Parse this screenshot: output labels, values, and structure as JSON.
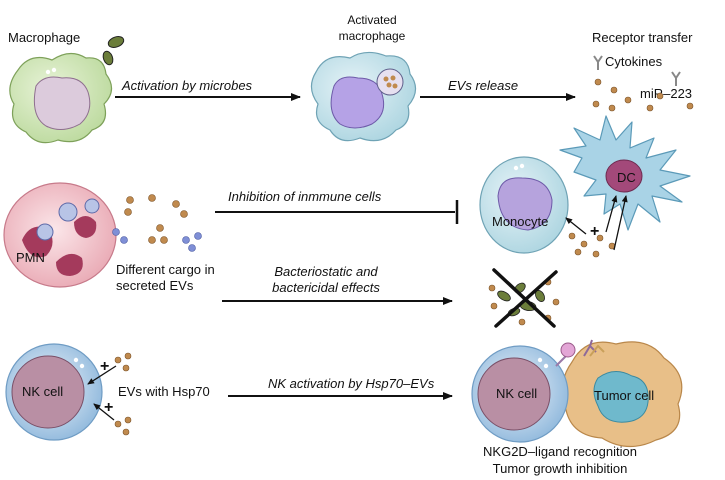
{
  "labels": {
    "macrophage": "Macrophage",
    "activated_line1": "Activated",
    "activated_line2": "macrophage",
    "receptor_transfer": "Receptor transfer",
    "cytokines": "Cytokines",
    "mir223": "miR–223",
    "monocyte": "Monocyte",
    "dc": "DC",
    "pmn": "PMN",
    "cargo_line1": "Different cargo in",
    "cargo_line2": "secreted EVs",
    "nk_cell": "NK cell",
    "nk_cell_right": "NK cell",
    "tumor_cell": "Tumor cell",
    "evs_hsp70": "EVs with Hsp70",
    "nkg2d": "NKG2D–ligand recognition",
    "tumor_inhibition": "Tumor growth inhibition"
  },
  "arrows": {
    "activation": "Activation by microbes",
    "evs_release": "EVs release",
    "inhibition": "Inhibition of inmmune cells",
    "bacterio_line1": "Bacteriostatic and",
    "bacterio_line2": "bactericidal effects",
    "nk_activation": "NK activation by Hsp70–EVs"
  },
  "symbols": {
    "plus": "+"
  },
  "colors": {
    "macrophage_body": "#cfe4b4",
    "macrophage_nucleus": "#d9c8d8",
    "activated_body": "#c9e3ea",
    "activated_nucleus": "#b7a6e6",
    "vesicle": "#c08a4e",
    "vesicle_blue": "#7f8fd6",
    "monocyte_nucleus": "#b6a3dd",
    "dc_body": "#a9d3e6",
    "dc_nucleus": "#a3497a",
    "pmn_body": "#f3c9cf",
    "pmn_nucleus": "#a43a5c",
    "nk_body": "#b9d4ea",
    "nk_nucleus": "#b98fa4",
    "tumor_body": "#e8bf88",
    "tumor_nucleus": "#6fb9cc",
    "arrow": "#111111"
  }
}
